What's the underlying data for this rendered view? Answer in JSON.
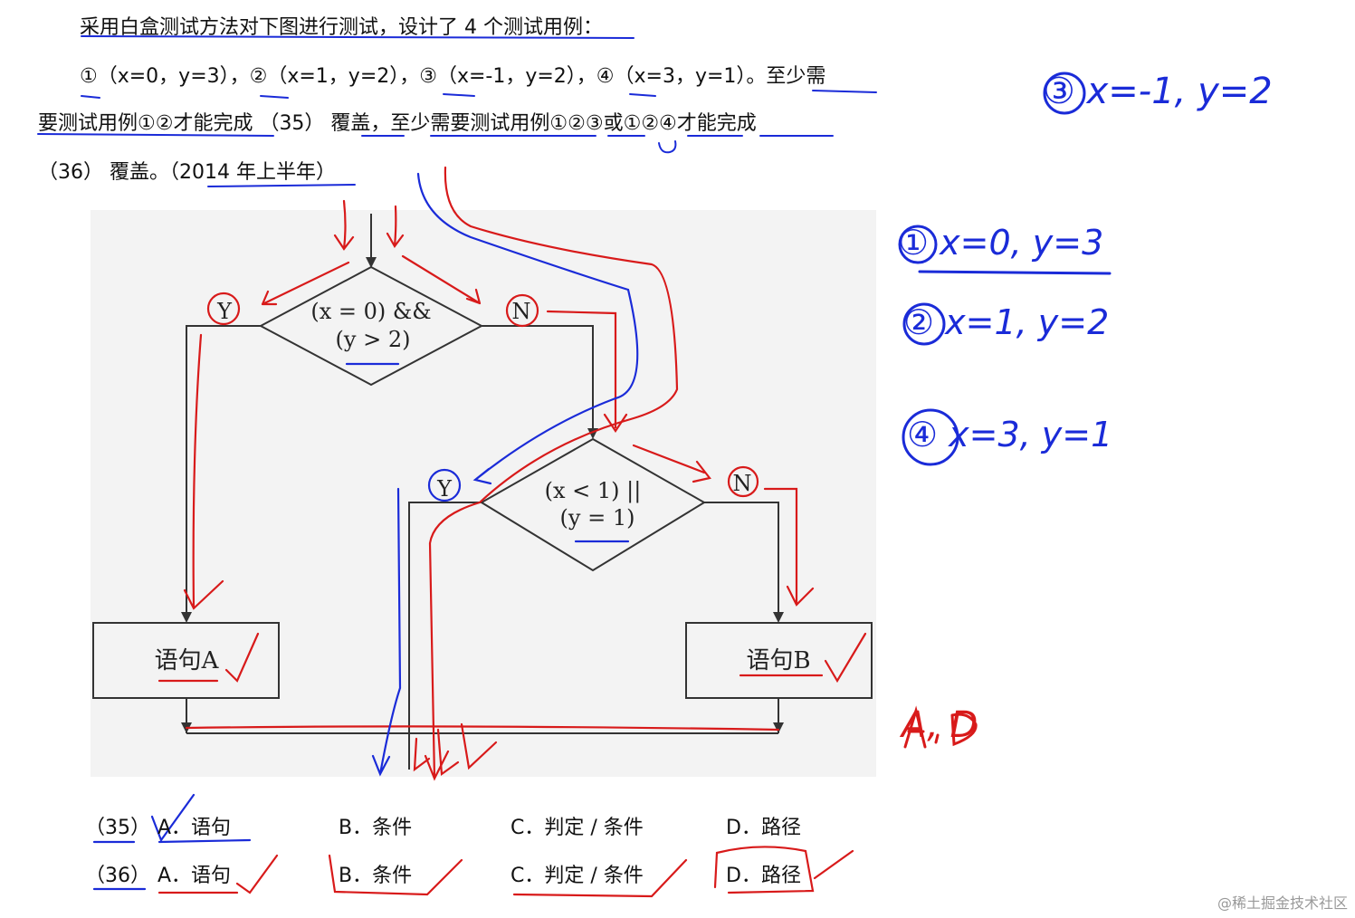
{
  "question": {
    "line1": "采用白盒测试方法对下图进行测试，设计了 4 个测试用例：",
    "line2": "①（x=0，y=3），②（x=1，y=2），③（x=-1，y=2），④（x=3，y=1）。至少需",
    "line3": "要测试用例①②才能完成 （35） 覆盖，至少需要测试用例①②③或①②④才能完成",
    "line4": "（36） 覆盖。（2014 年上半年）"
  },
  "flowchart": {
    "decision1": [
      "(x = 0) &&",
      "(y > 2)"
    ],
    "decision2": [
      "(x < 1) ||",
      "(y = 1)"
    ],
    "yes1": "Y",
    "no1": "N",
    "yes2": "Y",
    "no2": "N",
    "stmt_a": "语句A",
    "stmt_b": "语句B"
  },
  "options": {
    "q35": {
      "num": "（35）",
      "a": "A．语句",
      "b": "B．条件",
      "c": "C．判定 / 条件",
      "d": "D．路径"
    },
    "q36": {
      "num": "（36）",
      "a": "A．语句",
      "b": "B．条件",
      "c": "C．判定 / 条件",
      "d": "D．路径"
    }
  },
  "handwritten_notes": {
    "case3": "③ x=-1, y=2",
    "case1": "① x=0, y=3",
    "case2": "② x=1, y=2",
    "case4": "④ x=3, y=1",
    "answer": "A, D"
  },
  "watermark": "@稀土掘金技术社区",
  "colors": {
    "ink_blue": "#1a2bd8",
    "ink_red": "#d81a1a",
    "box_gray": "#555555"
  }
}
